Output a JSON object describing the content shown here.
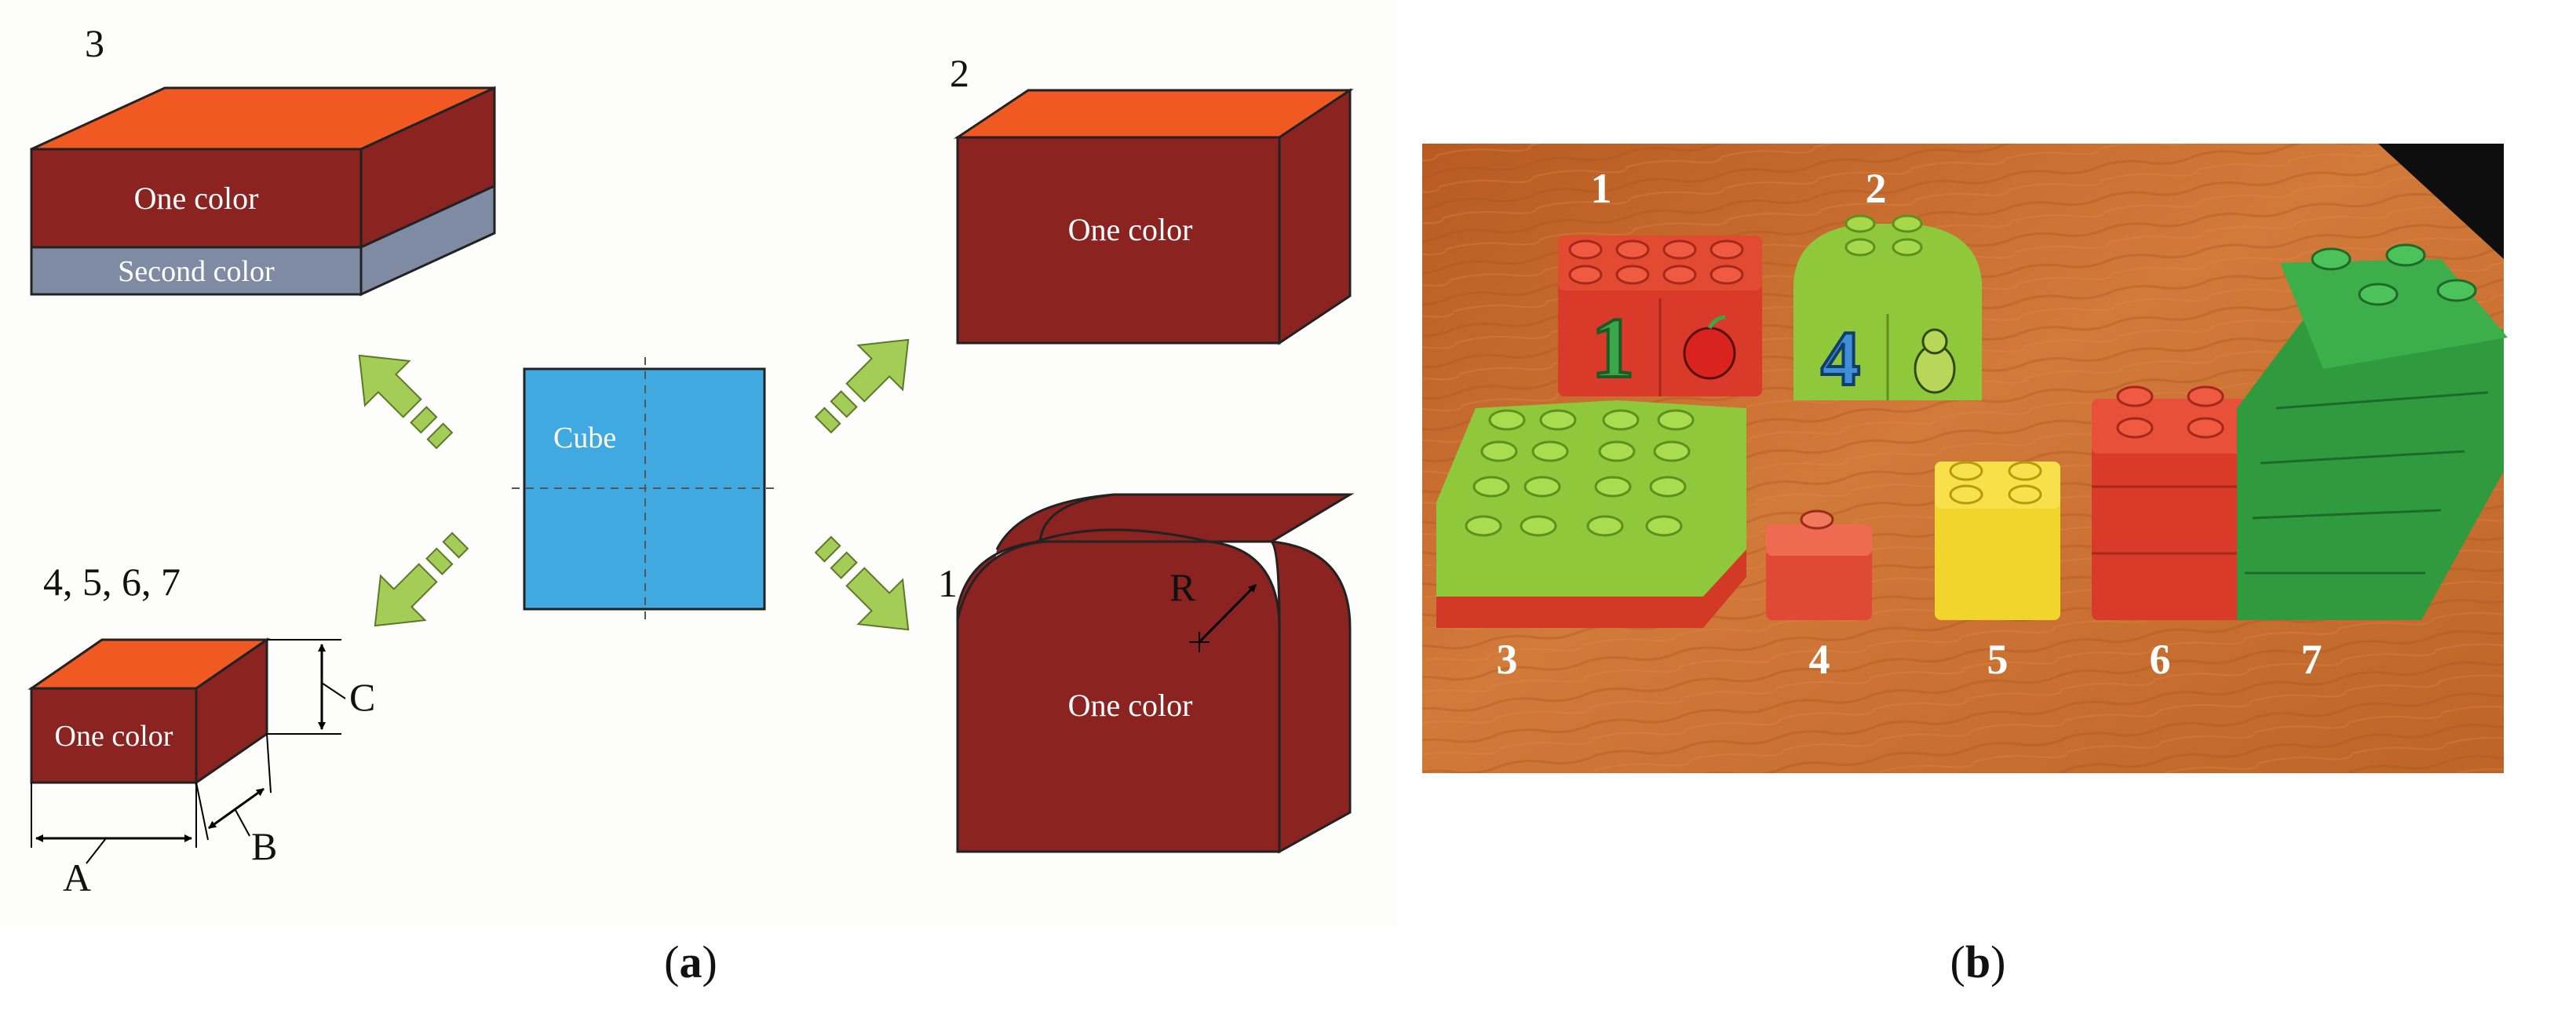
{
  "panel_a": {
    "center": {
      "label": "Cube"
    },
    "block3": {
      "number": "3",
      "top_label": "One color",
      "bottom_label": "Second color"
    },
    "block2": {
      "number": "2",
      "label": "One color"
    },
    "block1": {
      "number": "1",
      "label": "One color",
      "radius_label": "R"
    },
    "block4567": {
      "number": "4, 5, 6, 7",
      "label": "One color",
      "dim_a": "A",
      "dim_b": "B",
      "dim_c": "C"
    },
    "caption": {
      "open": "(",
      "letter": "a",
      "close": ")"
    },
    "colors": {
      "red_face": "#8b2320",
      "orange_top": "#f05a22",
      "gray_base": "#7f8aa3",
      "cube_blue": "#3fa9e0",
      "arrow_green": "#a3cd57",
      "background": "#fdfdfb"
    }
  },
  "panel_b": {
    "labels": [
      "1",
      "2",
      "3",
      "4",
      "5",
      "6",
      "7"
    ],
    "caption": {
      "open": "(",
      "letter": "b",
      "close": ")"
    },
    "colors": {
      "table_wood": "#c86a2c",
      "brick_red": "#e0402c",
      "brick_light_green": "#9ed140",
      "brick_yellow": "#f2d52a",
      "brick_dark_green": "#2f9a3e"
    }
  }
}
